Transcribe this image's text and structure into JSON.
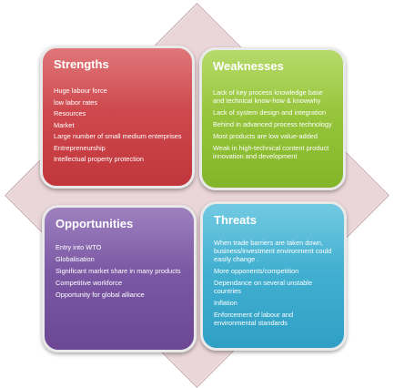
{
  "quadrants": {
    "strengths": {
      "title": "Strengths",
      "color": "#c8403f",
      "items": [
        "Huge labour force",
        "low labor rates",
        "Resources",
        "Market",
        "Large number of small medium enterprises",
        "Entrepreneurship",
        "Intellectual property protection"
      ]
    },
    "weaknesses": {
      "title": "Weaknesses",
      "color": "#94c43a",
      "items": [
        "Lack of key process knowledge base and technical know-how & knowwhy",
        "Lack of system design and integration",
        "Behind in advanced process technology",
        "Most products are low value-added",
        "Weak in high-technical content product innovation and development"
      ]
    },
    "opportunities": {
      "title": "Opportunities",
      "color": "#7a56a2",
      "items": [
        "Entry into WTO",
        "Globalisation",
        "Significant market share in many products",
        "Competitive workforce",
        "Opportunity for global alliance"
      ]
    },
    "threats": {
      "title": "Threats",
      "color": "#3fb0d3",
      "items": [
        "When trade barriers are taken down, business/investment environment could easily change .",
        "More opponents/competition",
        "Dependance on several unstable countries",
        "Inflation",
        "Enforcement of labour and environmental standards"
      ]
    }
  },
  "background_diamond_color": "#ead6d9"
}
